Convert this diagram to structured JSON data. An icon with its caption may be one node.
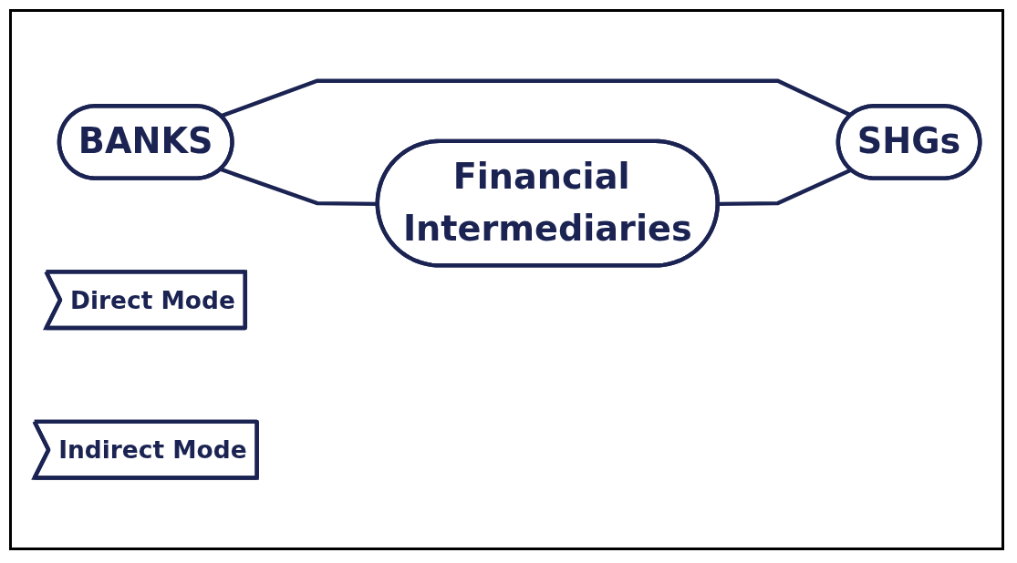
{
  "diagram": {
    "nodes": [
      {
        "text": [
          "BANKS"
        ]
      },
      {
        "text": [
          "Direct Mode"
        ]
      },
      {
        "text": [
          "Financial Intermediaries"
        ]
      },
      {
        "text": [
          "Indirect Mode"
        ]
      },
      {
        "text": [
          "SHGs"
        ]
      }
    ],
    "edges": [
      {
        "from": 0,
        "to": 4,
        "arrow": "none"
      },
      {
        "from": 0,
        "to": 2,
        "arrow": "none"
      },
      {
        "from": 2,
        "to": 4,
        "arrow": "none"
      }
    ]
  }
}
